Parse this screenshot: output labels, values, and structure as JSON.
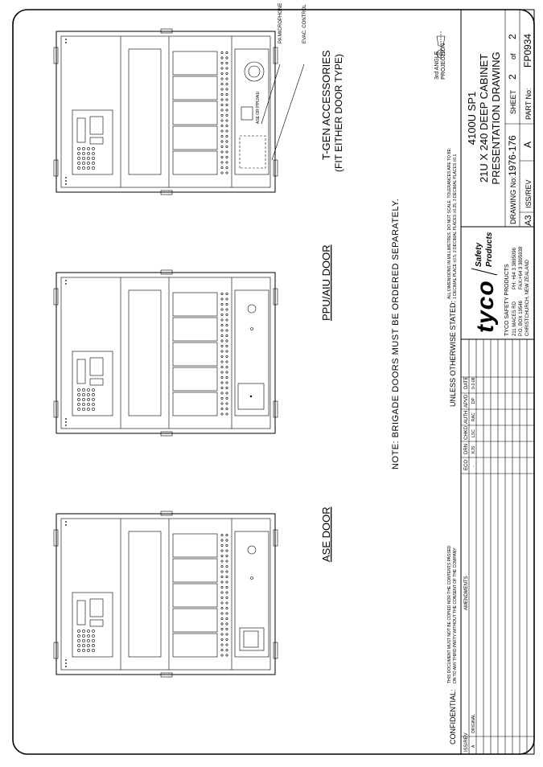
{
  "doors": [
    {
      "label": "ASE  DOOR"
    },
    {
      "label": "PPU/AIU  DOOR"
    },
    {
      "label": "T-GEN  ACCESSORIES",
      "sublabel": "(FIT EITHER DOOR TYPE)"
    }
  ],
  "callouts": {
    "pa_microphone": "PA MICROPHONE",
    "evac_control": "EVAC. CONTROL",
    "ase_or_ppu_aiu": "ASE OR PPU/AIU"
  },
  "note": "NOTE:  BRIGADE  DOORS  MUST  BE  ORDERED  SEPARATELY.",
  "confidential": {
    "prefix": "CONFIDENTIAL:",
    "text_line1": "THIS DOCUMENT MUST NOT BE COPIED NOR THE CONTENTS PASSED",
    "text_line2": "ON TO ANY THIRD PARTY WITHOUT THE CONSENT OF THE COMPANY"
  },
  "unless": {
    "prefix": "UNLESS  OTHERWISE  STATED:",
    "text_line1": "ALL DIMENSIONS IN MILLIMETRES. DO NOT SCALE. TOLERANCES ARE TO BE:",
    "text_line2": "1 DECIMAL PLACE ±0.5, 2 DECIMAL PLACES ±0.25, 3 DECIMAL PLACES ±0.1"
  },
  "projection": {
    "line1": "3rd ANGLE",
    "line2": "PROJECTION"
  },
  "amendments": {
    "headers": [
      "ISS/REV",
      "AMENDMENTS",
      "ECO",
      "DRN",
      "CHKD",
      "AUTH",
      "APVD",
      "DATE"
    ],
    "rows": [
      [
        "A",
        "ORIGINAL",
        "-",
        "KJS",
        "LSC",
        "RAC",
        "DP",
        "9-2-08"
      ]
    ]
  },
  "company": {
    "logo": "tyco",
    "logo_side_1": "Safety",
    "logo_side_2": "Products",
    "name": "TYCO SAFETY PRODUCTS",
    "addr1": "211 MACES RD",
    "addr1_ph": "PH: +64 3 3895096",
    "addr2": "P.O. BOX 19546",
    "addr2_fax": "FAX:+64 3 3895938",
    "addr3": "CHRISTCHURCH, NEW ZEALAND"
  },
  "title_block": {
    "title1": "4100U  SP1",
    "title2": "21U  X  240  DEEP  CABINET",
    "title3": "PRESENTATION  DRAWING",
    "drawing_no_label": "DRAWING No:",
    "drawing_no": "1976-176",
    "sheet_label": "SHEET",
    "sheet_num": "2",
    "sheet_of": "of",
    "sheet_total": "2",
    "size": "A3",
    "iss_rev_label": "ISS/REV",
    "iss_rev": "A",
    "part_no_label": "PART No:",
    "part_no": "FP0934"
  }
}
